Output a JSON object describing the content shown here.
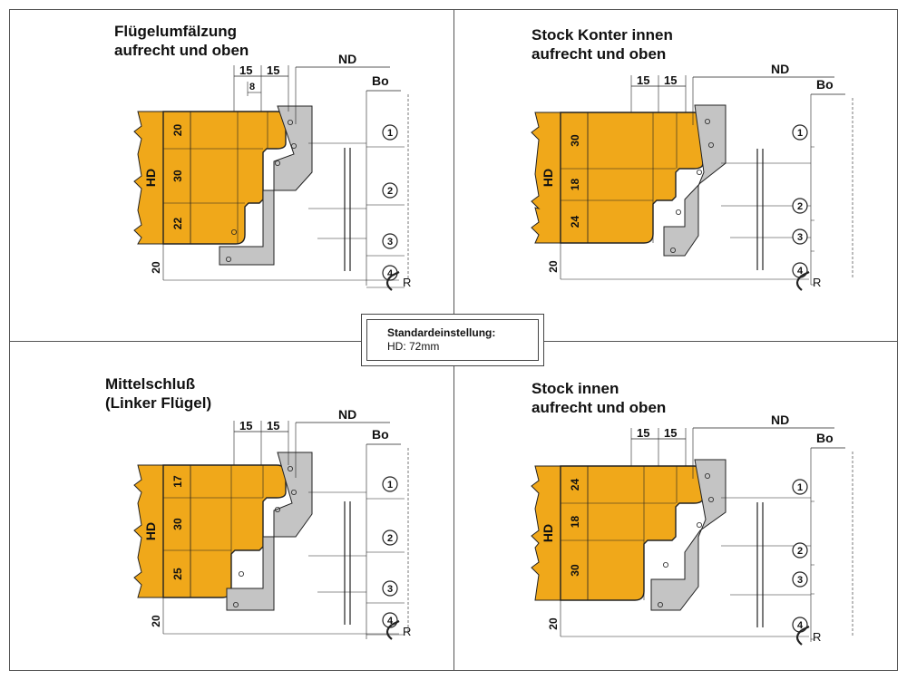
{
  "center_box": {
    "line1": "Standardeinstellung:",
    "line2": "HD: 72mm"
  },
  "labels": {
    "nd": "ND",
    "bo": "Bo",
    "hd": "HD",
    "r": "R",
    "dim15": "15",
    "dim8": "8"
  },
  "colors": {
    "wood": "#f0a81a",
    "cutter": "#c4c4c4",
    "line": "#222222"
  },
  "quadrants": [
    {
      "id": "tl",
      "title": [
        "Flügelumfälzung",
        "aufrecht und oben"
      ],
      "segments": [
        "20",
        "30",
        "22"
      ],
      "bottom_dim": "20",
      "extra_dim": "8",
      "circles": [
        "1",
        "2",
        "3",
        "4"
      ]
    },
    {
      "id": "tr",
      "title": [
        "Stock Konter innen",
        "aufrecht und oben"
      ],
      "segments": [
        "30",
        "18",
        "24"
      ],
      "bottom_dim": "20",
      "extra_dim": "",
      "circles": [
        "1",
        "2",
        "3",
        "4"
      ]
    },
    {
      "id": "bl",
      "title": [
        "Mittelschluß",
        "(Linker Flügel)"
      ],
      "segments": [
        "17",
        "30",
        "25"
      ],
      "bottom_dim": "20",
      "extra_dim": "",
      "circles": [
        "1",
        "2",
        "3",
        "4"
      ]
    },
    {
      "id": "br",
      "title": [
        "Stock innen",
        "aufrecht und oben"
      ],
      "segments": [
        "24",
        "18",
        "30"
      ],
      "bottom_dim": "20",
      "extra_dim": "",
      "circles": [
        "1",
        "2",
        "3",
        "4"
      ]
    }
  ]
}
